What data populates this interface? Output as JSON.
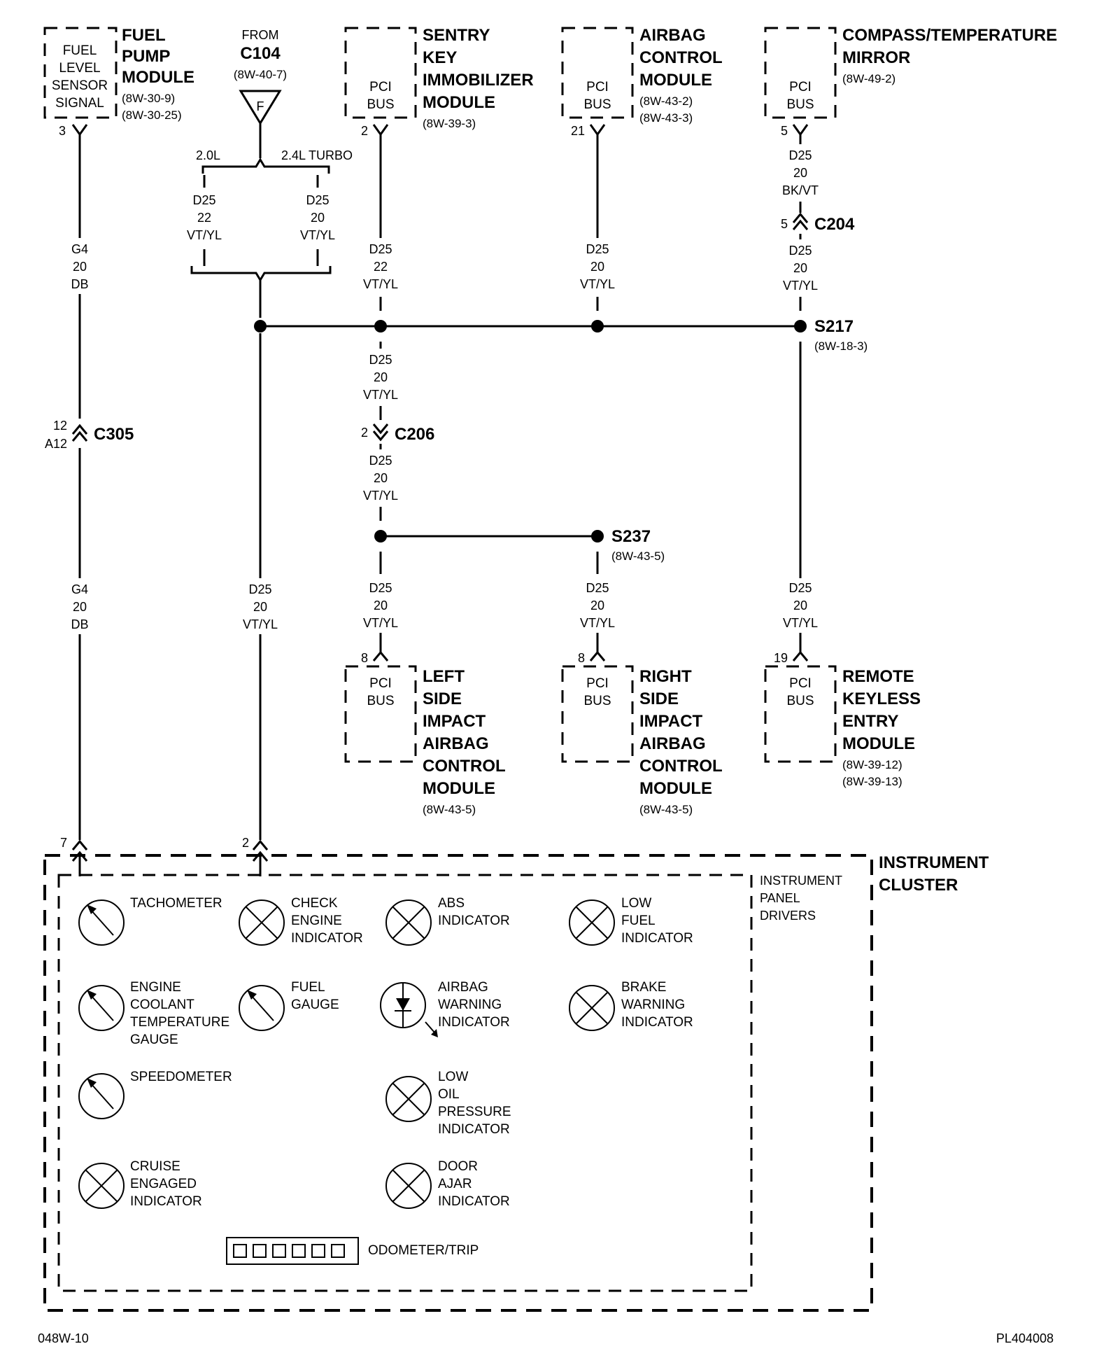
{
  "modules": {
    "fuel_pump": {
      "inner": [
        "FUEL",
        "LEVEL",
        "SENSOR",
        "SIGNAL"
      ],
      "title": [
        "FUEL",
        "PUMP",
        "MODULE"
      ],
      "refs": [
        "(8W-30-9)",
        "(8W-30-25)"
      ],
      "pin": "3"
    },
    "c104": {
      "from": "FROM",
      "name": "C104",
      "ref": "(8W-40-7)",
      "symbol": "F"
    },
    "sentry": {
      "inner": [
        "PCI",
        "BUS"
      ],
      "title": [
        "SENTRY",
        "KEY",
        "IMMOBILIZER",
        "MODULE"
      ],
      "refs": [
        "(8W-39-3)"
      ],
      "pin": "2"
    },
    "airbag": {
      "inner": [
        "PCI",
        "BUS"
      ],
      "title": [
        "AIRBAG",
        "CONTROL",
        "MODULE"
      ],
      "refs": [
        "(8W-43-2)",
        "(8W-43-3)"
      ],
      "pin": "21"
    },
    "compass": {
      "inner": [
        "PCI",
        "BUS"
      ],
      "title": [
        "COMPASS/TEMPERATURE",
        "MIRROR"
      ],
      "refs": [
        "(8W-49-2)"
      ],
      "pin": "5"
    },
    "left_sab": {
      "inner": [
        "PCI",
        "BUS"
      ],
      "title": [
        "LEFT",
        "SIDE",
        "IMPACT",
        "AIRBAG",
        "CONTROL",
        "MODULE"
      ],
      "refs": [
        "(8W-43-5)"
      ],
      "pin": "8"
    },
    "right_sab": {
      "inner": [
        "PCI",
        "BUS"
      ],
      "title": [
        "RIGHT",
        "SIDE",
        "IMPACT",
        "AIRBAG",
        "CONTROL",
        "MODULE"
      ],
      "refs": [
        "(8W-43-5)"
      ],
      "pin": "8"
    },
    "rke": {
      "inner": [
        "PCI",
        "BUS"
      ],
      "title": [
        "REMOTE",
        "KEYLESS",
        "ENTRY",
        "MODULE"
      ],
      "refs": [
        "(8W-39-12)",
        "(8W-39-13)"
      ],
      "pin": "19"
    }
  },
  "engine_options": {
    "left": "2.0L",
    "right": "2.4L TURBO"
  },
  "wires": {
    "w_20l": [
      "D25",
      "22",
      "VT/YL"
    ],
    "w_24l": [
      "D25",
      "20",
      "VT/YL"
    ],
    "w_g4_top": [
      "G4",
      "20",
      "DB"
    ],
    "w_g4_bot": [
      "G4",
      "20",
      "DB"
    ],
    "w_sentry": [
      "D25",
      "22",
      "VT/YL"
    ],
    "w_airbag": [
      "D25",
      "20",
      "VT/YL"
    ],
    "w_compass_top": [
      "D25",
      "20",
      "BK/VT"
    ],
    "w_compass_bot": [
      "D25",
      "20",
      "VT/YL"
    ],
    "w_c206_top": [
      "D25",
      "20",
      "VT/YL"
    ],
    "w_c206_bot": [
      "D25",
      "20",
      "VT/YL"
    ],
    "w_left_sab": [
      "D25",
      "20",
      "VT/YL"
    ],
    "w_right_sab": [
      "D25",
      "20",
      "VT/YL"
    ],
    "w_rke": [
      "D25",
      "20",
      "VT/YL"
    ],
    "w_cluster2": [
      "D25",
      "20",
      "VT/YL"
    ]
  },
  "connectors": {
    "c305": {
      "name": "C305",
      "pin_a": "12",
      "pin_b": "A12"
    },
    "c206": {
      "name": "C206",
      "pin": "2"
    },
    "c204": {
      "name": "C204",
      "pin": "5"
    }
  },
  "splices": {
    "s217": {
      "name": "S217",
      "ref": "(8W-18-3)"
    },
    "s237": {
      "name": "S237",
      "ref": "(8W-43-5)"
    }
  },
  "cluster": {
    "title": [
      "INSTRUMENT",
      "CLUSTER"
    ],
    "drivers": [
      "INSTRUMENT",
      "PANEL",
      "DRIVERS"
    ],
    "pin_left": "7",
    "pin_right": "2",
    "items": {
      "tachometer": [
        "TACHOMETER"
      ],
      "check_engine": [
        "CHECK",
        "ENGINE",
        "INDICATOR"
      ],
      "abs": [
        "ABS",
        "INDICATOR"
      ],
      "low_fuel": [
        "LOW",
        "FUEL",
        "INDICATOR"
      ],
      "ect_gauge": [
        "ENGINE",
        "COOLANT",
        "TEMPERATURE",
        "GAUGE"
      ],
      "fuel_gauge": [
        "FUEL",
        "GAUGE"
      ],
      "airbag_warning": [
        "AIRBAG",
        "WARNING",
        "INDICATOR"
      ],
      "brake_warning": [
        "BRAKE",
        "WARNING",
        "INDICATOR"
      ],
      "speedometer": [
        "SPEEDOMETER"
      ],
      "low_oil": [
        "LOW",
        "OIL",
        "PRESSURE",
        "INDICATOR"
      ],
      "cruise": [
        "CRUISE",
        "ENGAGED",
        "INDICATOR"
      ],
      "door_ajar": [
        "DOOR",
        "AJAR",
        "INDICATOR"
      ]
    },
    "odometer": "ODOMETER/TRIP"
  },
  "footer": {
    "left": "048W-10",
    "right": "PL404008"
  }
}
